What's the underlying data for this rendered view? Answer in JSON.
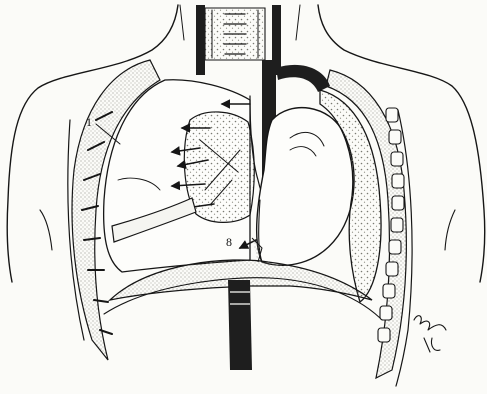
{
  "figure": {
    "labels": [
      {
        "id": "label-1",
        "text": "1"
      },
      {
        "id": "label-8",
        "text": "8"
      }
    ],
    "signature": "",
    "colors": {
      "ink": "#161616",
      "paper": "#fbfbf8",
      "stipple": "#7a7a72",
      "vessel_dark": "#1e1e1e"
    }
  }
}
